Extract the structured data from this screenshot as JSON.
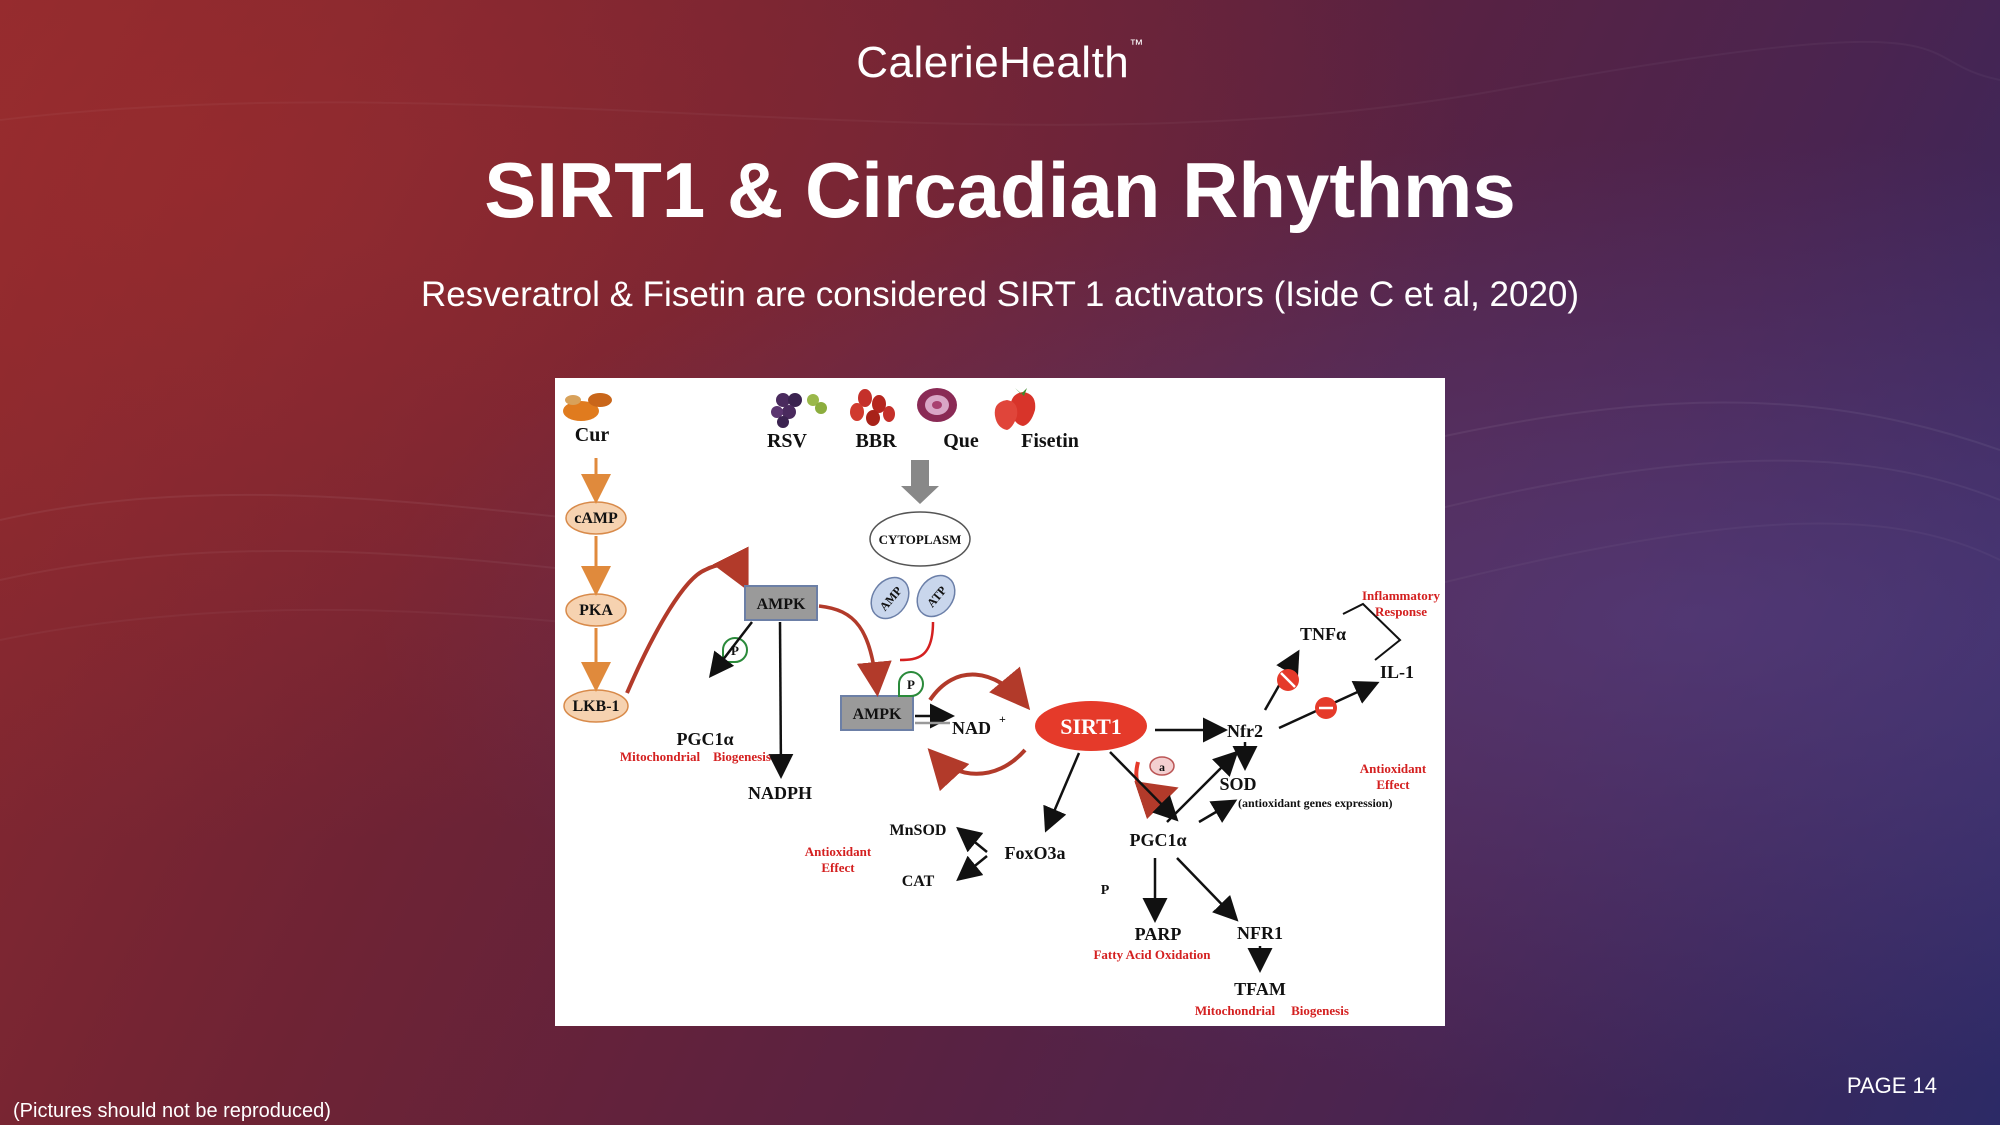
{
  "brand": {
    "name": "CalerieHealth",
    "tm": "™"
  },
  "title": "SIRT1 & Circadian Rhythms",
  "subtitle": "Resveratrol & Fisetin are considered SIRT 1 activators (Iside C et al, 2020)",
  "footer": {
    "page": "PAGE 14",
    "disclaimer": "(Pictures should not be reproduced)"
  },
  "colors": {
    "red_label": "#d42020",
    "arrow_red": "#b23a2a",
    "arrow_orange": "#e08a3c",
    "sirt1": "#e53a2a"
  },
  "diagram": {
    "compounds": {
      "cur": "Cur",
      "rsv": "RSV",
      "bbr": "BBR",
      "que": "Que",
      "fisetin": "Fisetin"
    },
    "nodes": {
      "camp": "cAMP",
      "pka": "PKA",
      "lkb1": "LKB-1",
      "ampk1": "AMPK",
      "ampk2": "AMPK",
      "cytoplasm": "CYTOPLASM",
      "amp": "AMP",
      "atp": "ATP",
      "p": "P",
      "a": "a",
      "nad": "NAD",
      "nad_sup": "+",
      "sirt1": "SIRT1",
      "pgc1a_left": "PGC1α",
      "nadph": "NADPH",
      "nfr2": "Nfr2",
      "tnfa": "TNFα",
      "il1": "IL-1",
      "sod": "SOD",
      "sod_note": "(antioxidant genes expression)",
      "mnsod": "MnSOD",
      "cat": "CAT",
      "foxo3a": "FoxO3a",
      "pgc1a_right": "PGC1α",
      "parp": "PARP",
      "nfr1": "NFR1",
      "tfam": "TFAM"
    },
    "effects": {
      "mito_left_1": "Mitochondrial",
      "mito_left_2": "Biogenesis",
      "inflam_1": "Inflammatory",
      "inflam_2": "Response",
      "antiox_right_1": "Antioxidant",
      "antiox_right_2": "Effect",
      "antiox_left_1": "Antioxidant",
      "antiox_left_2": "Effect",
      "fatty": "Fatty Acid Oxidation",
      "mito_bottom_1": "Mitochondrial",
      "mito_bottom_2": "Biogenesis"
    }
  }
}
